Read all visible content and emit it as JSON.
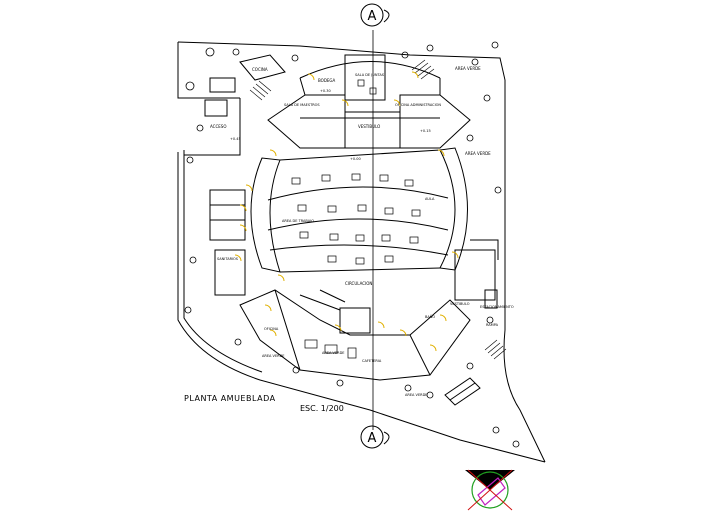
{
  "drawing": {
    "title": "PLANTA AMUEBLADA",
    "scale": "ESC. 1/200",
    "section_marker": "A"
  },
  "room_labels": {
    "cocina": "COCINA",
    "bodega": "BODEGA",
    "sala_maestros": "SALA DE MAESTROS",
    "oficinas_adm": "OFICINA ADMINISTRACION",
    "sala_juntas": "SALA DE JUNTAS",
    "vestibulo": "VESTIBULO",
    "acceso": "ACCESO",
    "area_verde_top": "AREA VERDE",
    "area_verde_right": "AREA VERDE",
    "area_verde_left": "AREA VERDE",
    "area_verde_bottom_left": "AREA VERDE",
    "area_verde_bottom": "AREA VERDE",
    "circulacion": "CIRCULACION",
    "aulas": "AULA",
    "area_trabajo": "AREA DE TRABAJO",
    "sanitarios": "SANITARIOS",
    "oficina": "OFICINA",
    "cafeteria": "CAFETERIA",
    "bano": "BAÑO",
    "vestibulo_2": "VESTIBULO",
    "estacionamiento": "ESTACIONAMIENTO",
    "rampa": "RAMPA"
  },
  "level_marks": {
    "n1": "+0.00",
    "n2": "+0.15",
    "n3": "+0.30",
    "n4": "+0.45"
  },
  "colors": {
    "lines": "#000000",
    "doors": "#e0b000",
    "north_arrow_red": "#d01010",
    "north_arrow_green": "#20a020",
    "north_arrow_magenta": "#c020c0"
  },
  "icons": {
    "north_arrow": "north-arrow-icon",
    "section_mark": "section-cut-icon",
    "tree": "tree-icon"
  }
}
